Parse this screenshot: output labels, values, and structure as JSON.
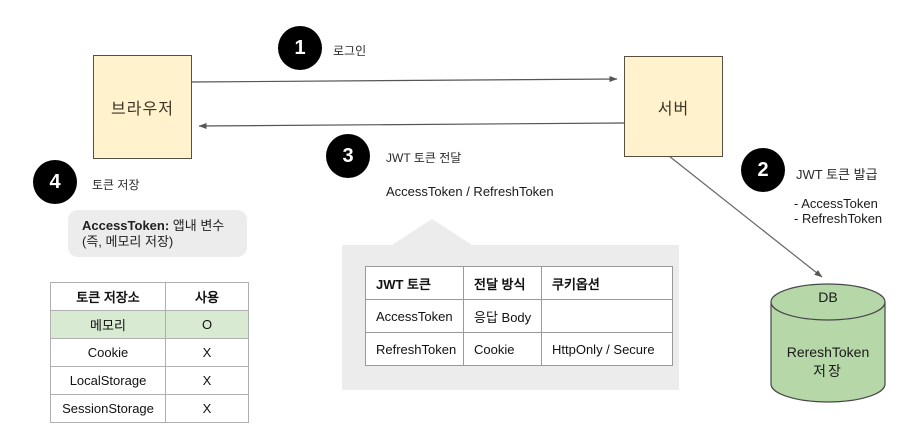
{
  "nodes": {
    "browser": {
      "label": "브라우저"
    },
    "server": {
      "label": "서버"
    },
    "db": {
      "title": "DB",
      "body_line1": "RereshToken",
      "body_line2": "저장"
    }
  },
  "steps": {
    "s1": {
      "num": "1",
      "label": "로그인"
    },
    "s2": {
      "num": "2",
      "label": "JWT 토큰 발급",
      "details": [
        "- AccessToken",
        "- RefreshToken"
      ]
    },
    "s3": {
      "num": "3",
      "label": "JWT 토큰 전달",
      "detail": "AccessToken / RefreshToken"
    },
    "s4": {
      "num": "4",
      "label": "토큰 저장"
    }
  },
  "note": {
    "lead": "AccessToken:",
    "line1_rest": " 앱내 변수",
    "line2": "(즉, 메모리 저장)"
  },
  "storage_table": {
    "headers": [
      "토큰 저장소",
      "사용"
    ],
    "rows": [
      {
        "name": "메모리",
        "use": "O",
        "highlight": true
      },
      {
        "name": "Cookie",
        "use": "X",
        "highlight": false
      },
      {
        "name": "LocalStorage",
        "use": "X",
        "highlight": false
      },
      {
        "name": "SessionStorage",
        "use": "X",
        "highlight": false
      }
    ]
  },
  "token_table": {
    "headers": [
      "JWT 토큰",
      "전달 방식",
      "쿠키옵션"
    ],
    "rows": [
      [
        "AccessToken",
        "응답 Body",
        ""
      ],
      [
        "RefreshToken",
        "Cookie",
        "HttpOnly / Secure"
      ]
    ]
  },
  "colors": {
    "node_fill": "#fff2cc",
    "node_border": "#55503f",
    "highlight_row": "#d9ead3",
    "db_fill": "#b6d7a8",
    "note_bg": "#ececec",
    "callout_bg": "#ececec",
    "step_circle": "#000000",
    "arrow": "#555555"
  }
}
